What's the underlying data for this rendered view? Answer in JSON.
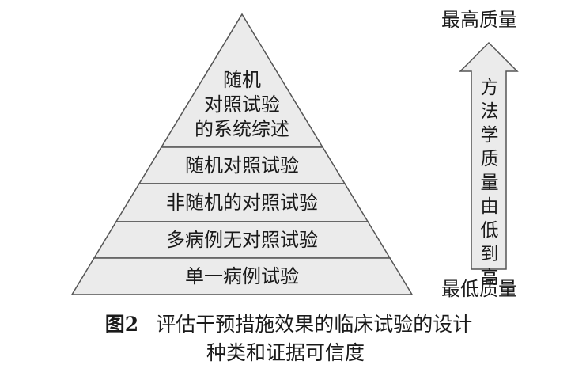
{
  "pyramid": {
    "tiers": [
      {
        "lines": [
          "随机",
          "对照试验",
          "的系统综述"
        ],
        "fill": "#ebebeb"
      },
      {
        "lines": [
          "随机对照试验"
        ],
        "fill": "#ebebeb"
      },
      {
        "lines": [
          "非随机的对照试验"
        ],
        "fill": "#ebebeb"
      },
      {
        "lines": [
          "多病例无对照试验"
        ],
        "fill": "#ebebeb"
      },
      {
        "lines": [
          "单一病例试验"
        ],
        "fill": "#ebebeb"
      }
    ],
    "stroke": "#555555"
  },
  "quality": {
    "top_label": "最高质量",
    "bottom_label": "最低质量",
    "arrow_chars": [
      "方",
      "法",
      "学",
      "质",
      "量",
      "由",
      "低",
      "到",
      "高"
    ],
    "arrow_fill": "#ebebeb"
  },
  "caption": {
    "figure_number": "图2",
    "line1": "评估干预措施效果的临床试验的设计",
    "line2": "种类和证据可信度"
  }
}
